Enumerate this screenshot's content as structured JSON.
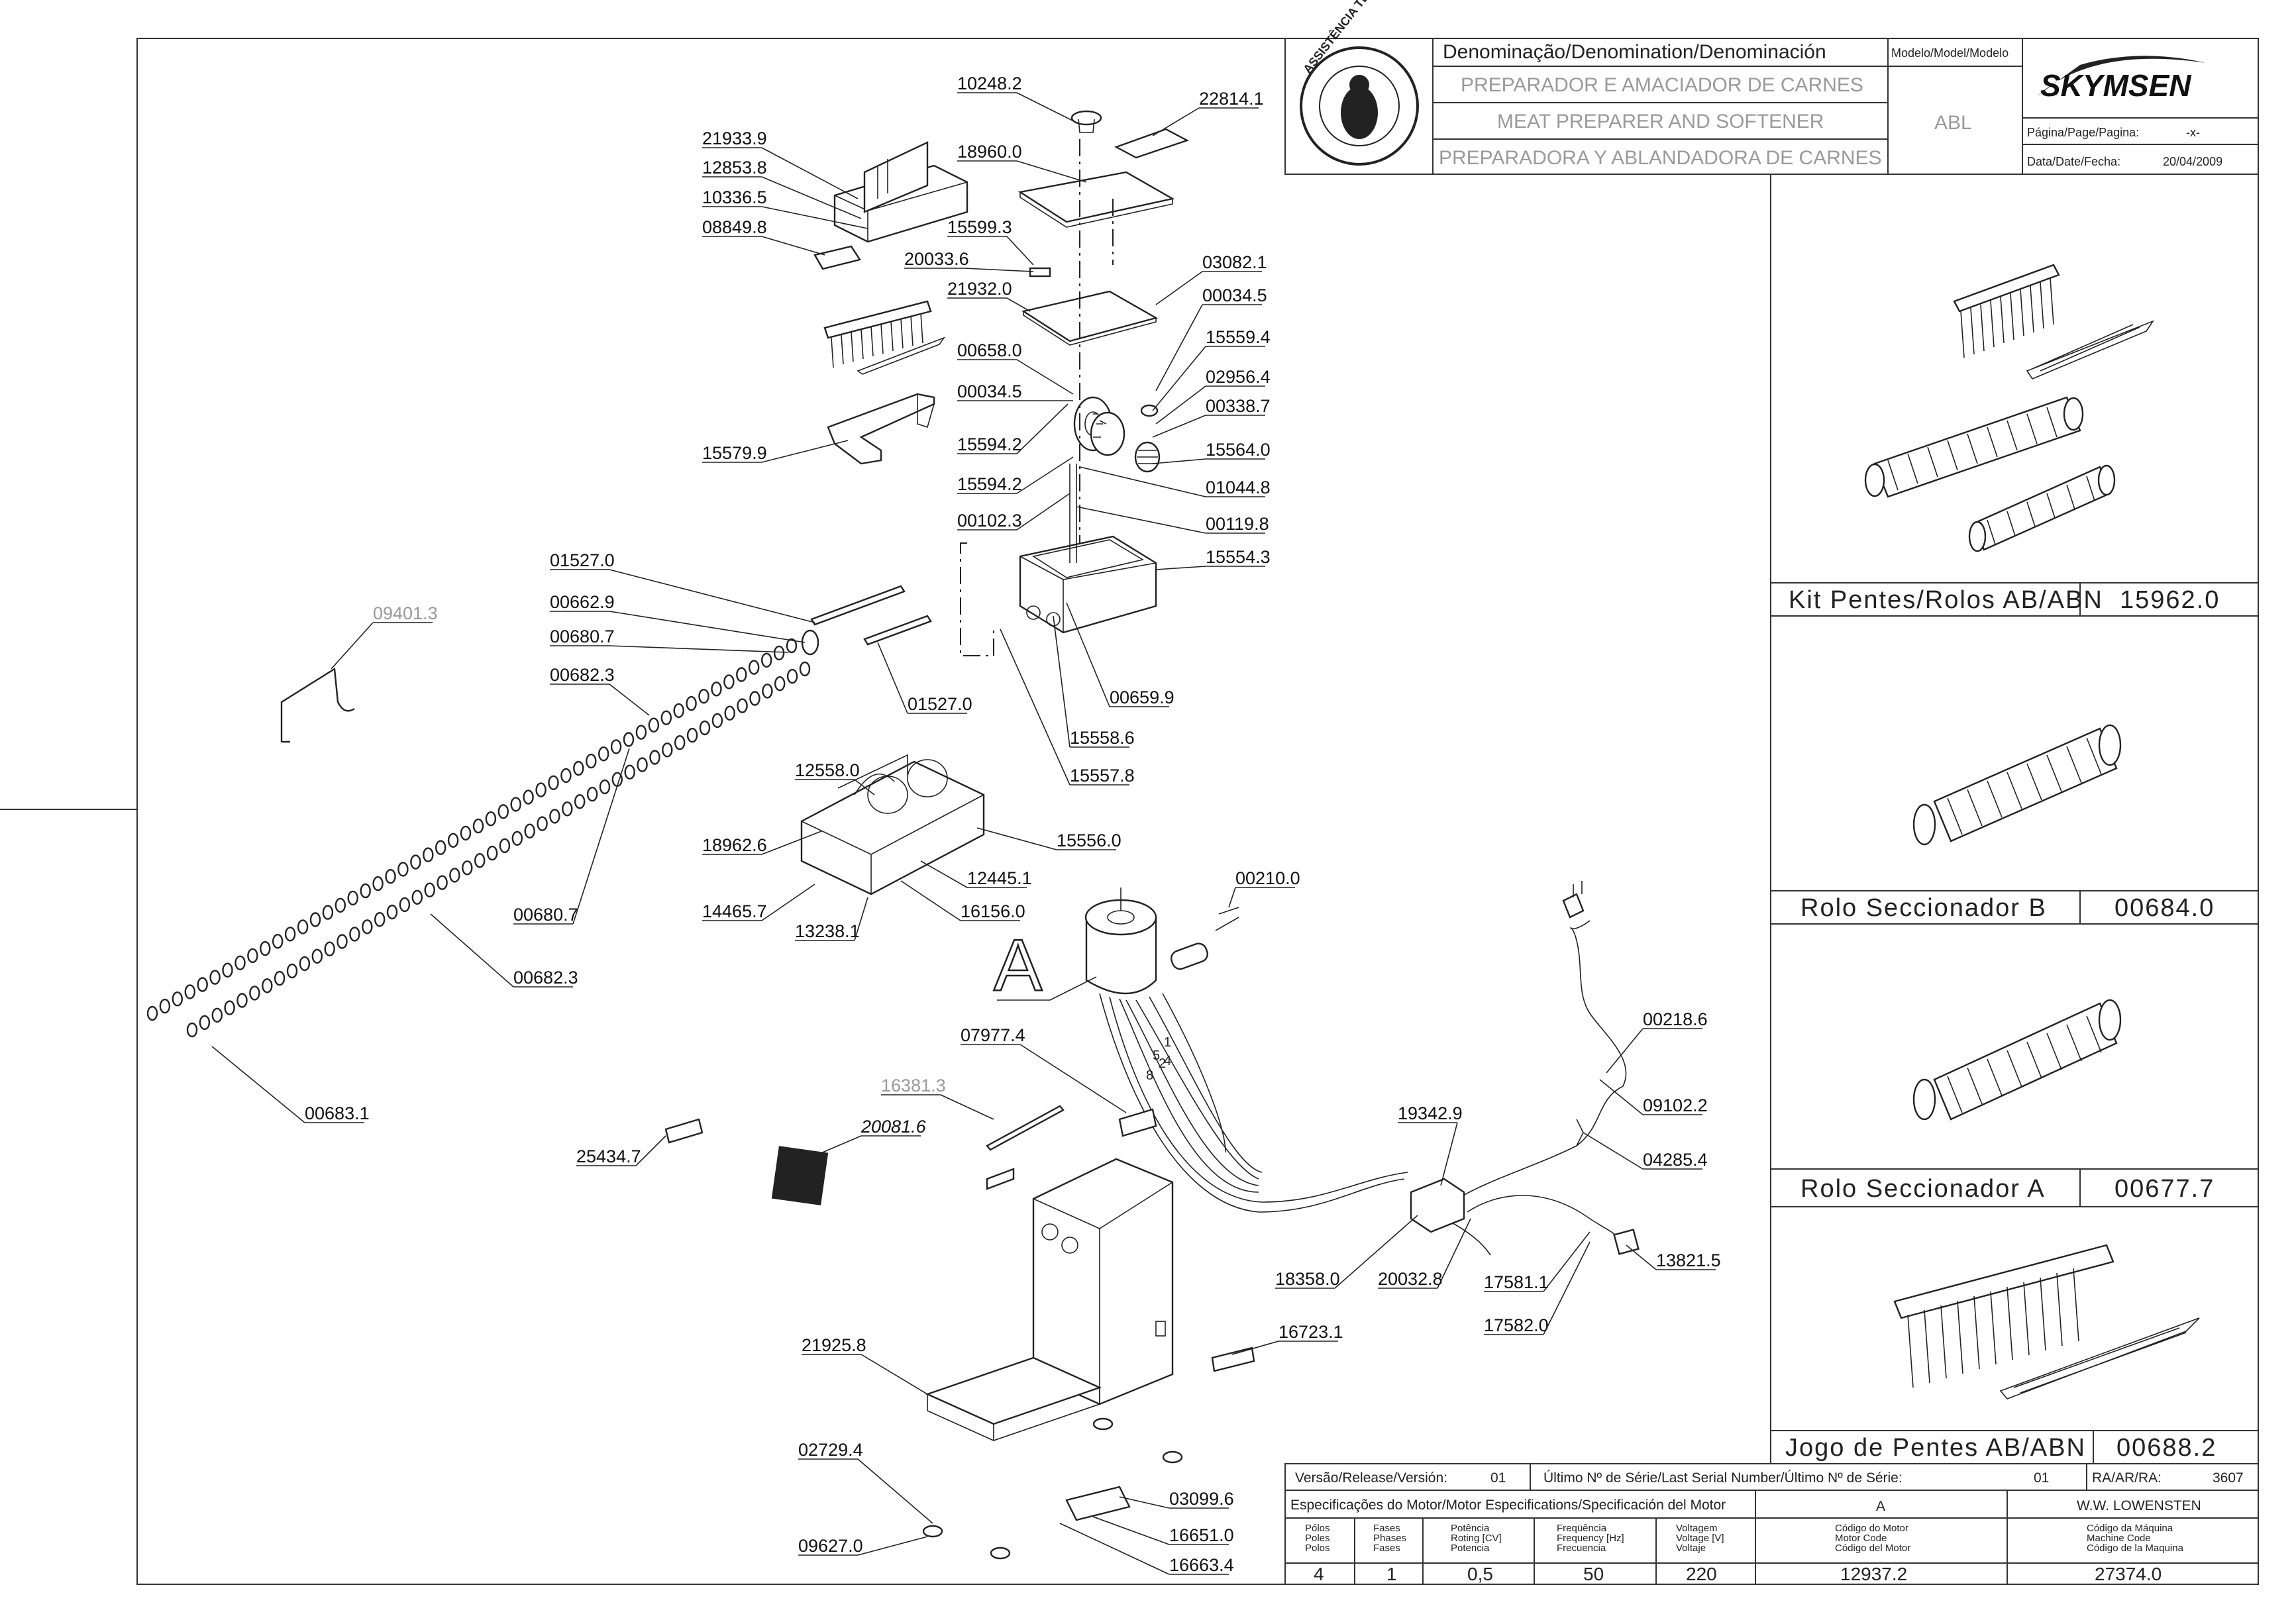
{
  "header": {
    "denomination_label": "Denominação/Denomination/Denominación",
    "name_pt": "PREPARADOR E AMACIADOR DE CARNES",
    "name_en": "MEAT PREPARER AND SOFTENER",
    "name_es": "PREPARADORA Y ABLANDADORA DE CARNES",
    "model_label": "Modelo/Model/Modelo",
    "model_value": "ABL",
    "brand": "SKYMSEN",
    "page_label": "Página/Page/Pagina:",
    "page_value": "-x-",
    "date_label": "Data/Date/Fecha:",
    "date_value": "20/04/2009",
    "seal_text": "ASSISTÊNCIA TÉCNICA AUTORIZADA"
  },
  "kits": [
    {
      "name": "Kit Pentes/Rolos AB/ABN",
      "code": "15962.0"
    },
    {
      "name": "Rolo Seccionador B",
      "code": "00684.0"
    },
    {
      "name": "Rolo Seccionador A",
      "code": "00677.7"
    },
    {
      "name": "Jogo de Pentes AB/ABN",
      "code": "00688.2"
    }
  ],
  "footer": {
    "version_label": "Versão/Release/Versión:",
    "version_value": "01",
    "serial_label": "Último Nº de Série/Last Serial Number/Último Nº de Série:",
    "serial_value": "01",
    "ra_label": "RA/AR/RA:",
    "ra_value": "3607",
    "motor_spec_label": "Especificações do Motor/Motor Especifications/Specificación del Motor",
    "motor_code_letter": "A",
    "manufacturer": "W.W. LOWENSTEN",
    "poles_label": "Pólos\nPoles\nPolos",
    "phases_label": "Fases\nPhases\nFases",
    "power_label": "Potência\nRoting [CV]\nPotencia",
    "freq_label": "Freqüência\nFrequency [Hz]\nFrecuencia",
    "voltage_label": "Voltagem\nVoltage [V]\nVoltaje",
    "motor_code_label": "Código do Motor\nMotor Code\nCódigo del Motor",
    "machine_code_label": "Código da Máquina\nMachine Code\nCódigo de la Maquina",
    "poles": "4",
    "phases": "1",
    "power": "0,5",
    "freq": "50",
    "voltage": "220",
    "motor_code": "12937.2",
    "machine_code": "27374.0"
  },
  "big_letter": "A",
  "wire_numbers": [
    "5",
    "1",
    "4",
    "2",
    "8"
  ],
  "parts": [
    "10248.2",
    "22814.1",
    "21933.9",
    "12853.8",
    "10336.5",
    "08849.8",
    "18960.0",
    "15599.3",
    "20033.6",
    "21932.0",
    "03082.1",
    "00034.5",
    "00658.0",
    "15559.4",
    "00034.5",
    "02956.4",
    "00338.7",
    "15594.2",
    "15564.0",
    "15594.2",
    "01044.8",
    "00102.3",
    "00119.8",
    "15554.3",
    "15579.9",
    "09401.3",
    "01527.0",
    "00662.9",
    "00680.7",
    "00682.3",
    "01527.0",
    "00659.9",
    "15558.6",
    "15557.8",
    "12558.0",
    "18962.6",
    "15556.0",
    "12445.1",
    "14465.7",
    "16156.0",
    "13238.1",
    "00680.7",
    "00682.3",
    "00683.1",
    "00210.0",
    "00218.6",
    "09102.2",
    "04285.4",
    "19342.9",
    "07977.4",
    "16381.3",
    "20081.6",
    "25434.7",
    "18358.0",
    "20032.8",
    "17581.1",
    "13821.5",
    "17582.0",
    "16723.1",
    "21925.8",
    "02729.4",
    "03099.6",
    "16651.0",
    "09627.0",
    "16663.4"
  ]
}
